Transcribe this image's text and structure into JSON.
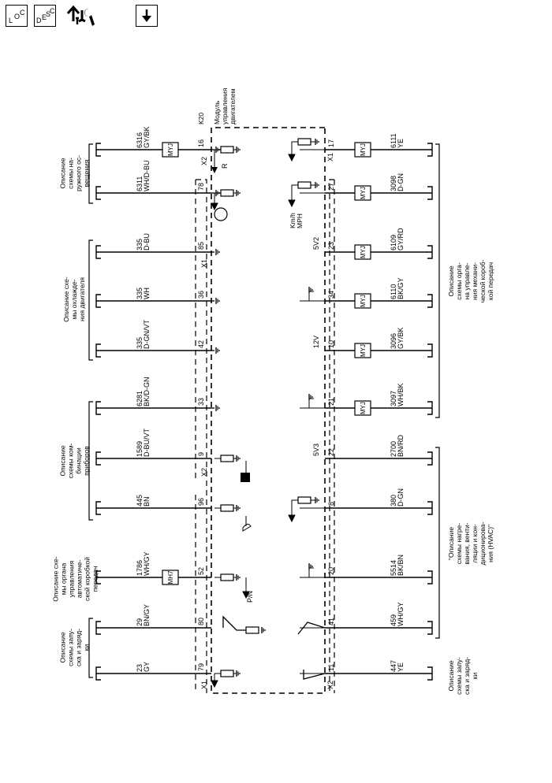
{
  "toolbar": {
    "loc_letters": [
      "L",
      "O",
      "C"
    ],
    "desc_letters": [
      "D",
      "E",
      "S",
      "C"
    ],
    "icons": [
      "loc-icon",
      "desc-icon",
      "transmission-service-icon",
      "download-icon"
    ]
  },
  "module": {
    "code": "K20",
    "name_lines": [
      "Модуль",
      "управления",
      "двигателем"
    ]
  },
  "connectors": {
    "x1": "X1",
    "x2": "X2"
  },
  "left_groups": [
    {
      "id": "exterior",
      "lines": [
        "Описание",
        "схемы на-",
        "ружного ос-",
        "вещения"
      ]
    },
    {
      "id": "cooling",
      "lines": [
        "Описание схе-",
        "мы охлажде-",
        "ния двигателя"
      ]
    },
    {
      "id": "cluster",
      "lines": [
        "Описание",
        "схемы ком-",
        "бинации",
        "приборов"
      ]
    },
    {
      "id": "trans-ctrl",
      "lines": [
        "Описание схе-",
        "мы органа",
        "управления",
        "автоматиче-",
        "ской коробкой",
        "передач"
      ]
    },
    {
      "id": "start-left",
      "lines": [
        "Описание",
        "схемы запу-",
        "ска и заряд-",
        "ки"
      ]
    }
  ],
  "right_groups": [
    {
      "id": "trans-ctrl-right",
      "lines": [
        "Описание",
        "схемы орга-",
        "на управле-",
        "ния механи-",
        "ческой короб-",
        "кой передач"
      ]
    },
    {
      "id": "hvac",
      "lines": [
        "\"Описание",
        "схемы нагре-",
        "вания, венти-",
        "ляции и кон-",
        "диционирова-",
        "ния (HVAC)\""
      ]
    },
    {
      "id": "start-right",
      "lines": [
        "Описание",
        "схемы запу-",
        "ска и заряд-",
        "ки"
      ]
    }
  ],
  "left_circuits": [
    {
      "circuit": "6316",
      "color": "GY/BK",
      "pin": "16",
      "component": "MYJ"
    },
    {
      "circuit": "6311",
      "color": "WH/D-BU",
      "pin": "78",
      "component": ""
    },
    {
      "circuit": "335",
      "color": "D-BU",
      "pin": "85",
      "component": ""
    },
    {
      "circuit": "335",
      "color": "WH",
      "pin": "36",
      "component": ""
    },
    {
      "circuit": "335",
      "color": "D-GN/VT",
      "pin": "42",
      "component": ""
    },
    {
      "circuit": "6281",
      "color": "BK/D-GN",
      "pin": "33",
      "component": ""
    },
    {
      "circuit": "1589",
      "color": "D-BU/VT",
      "pin": "9",
      "component": ""
    },
    {
      "circuit": "445",
      "color": "BN",
      "pin": "96",
      "component": ""
    },
    {
      "circuit": "1786",
      "color": "WH/GY",
      "pin": "52",
      "component": "MH7"
    },
    {
      "circuit": "29",
      "color": "BN/GY",
      "pin": "80",
      "component": ""
    },
    {
      "circuit": "23",
      "color": "GY",
      "pin": "79",
      "component": ""
    }
  ],
  "right_circuits": [
    {
      "circuit": "6111",
      "color": "YE",
      "pin": "17",
      "component": "MYJ",
      "supply": ""
    },
    {
      "circuit": "3098",
      "color": "D-GN",
      "pin": "27",
      "component": "MYJ",
      "supply": ""
    },
    {
      "circuit": "6109",
      "color": "GY/RD",
      "pin": "23",
      "component": "MYJ",
      "supply": "5V2"
    },
    {
      "circuit": "6110",
      "color": "BK/GY",
      "pin": "34",
      "component": "MYJ",
      "supply": ""
    },
    {
      "circuit": "3096",
      "color": "GY/BK",
      "pin": "10",
      "component": "MYJ",
      "supply": "12V"
    },
    {
      "circuit": "3097",
      "color": "WH/BK",
      "pin": "21",
      "component": "MYJ",
      "supply": ""
    },
    {
      "circuit": "2700",
      "color": "BN/RD",
      "pin": "22",
      "component": "",
      "supply": "5V3"
    },
    {
      "circuit": "380",
      "color": "D-GN",
      "pin": "8",
      "component": "",
      "supply": ""
    },
    {
      "circuit": "5514",
      "color": "BK/BN",
      "pin": "20",
      "component": "",
      "supply": ""
    },
    {
      "circuit": "459",
      "color": "WH/GY",
      "pin": "41",
      "component": "",
      "supply": ""
    },
    {
      "circuit": "447",
      "color": "YE",
      "pin": "11",
      "component": "",
      "supply": ""
    }
  ],
  "outputs": {
    "reverse": "R",
    "speed": "Km/h\nMPH",
    "park_neutral": "P/N"
  }
}
